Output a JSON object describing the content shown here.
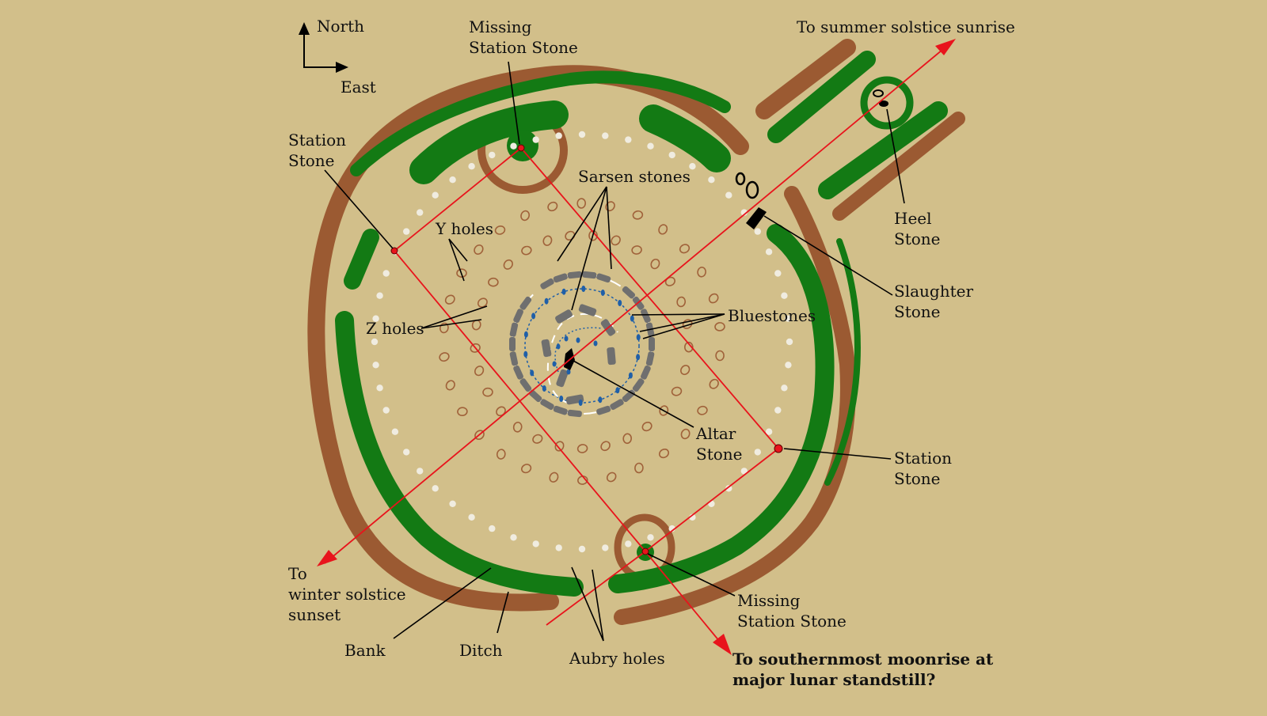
{
  "colors": {
    "background": "#d2bf8a",
    "bank": "#9b5a32",
    "ditch": "#137a14",
    "hole_outline": "#a0623a",
    "aubrey_hole": "#f0ece0",
    "sarsen": "#6f6f6f",
    "bluestone": "#1f5fa8",
    "alignment_line": "#e8141c",
    "stone_black": "#000000"
  },
  "compass": {
    "north": "North",
    "east": "East"
  },
  "labels": {
    "missing_station_stone_top": [
      "Missing",
      "Station Stone"
    ],
    "summer_solstice": "To summer solstice sunrise",
    "station_stone_left": [
      "Station",
      "Stone"
    ],
    "sarsen_stones": "Sarsen stones",
    "y_holes": "Y holes",
    "z_holes": "Z holes",
    "bluestones": "Bluestones",
    "heel_stone": [
      "Heel",
      "Stone"
    ],
    "slaughter_stone": [
      "Slaughter",
      "Stone"
    ],
    "altar_stone": [
      "Altar",
      "Stone"
    ],
    "station_stone_right": [
      "Station",
      "Stone"
    ],
    "missing_station_stone_bottom": [
      "Missing",
      "Station Stone"
    ],
    "winter_solstice": [
      "To",
      "winter solstice",
      "sunset"
    ],
    "bank": "Bank",
    "ditch": "Ditch",
    "aubry_holes": "Aubry holes",
    "moonrise": [
      "To southernmost moonrise at",
      "major lunar standstill?"
    ]
  }
}
